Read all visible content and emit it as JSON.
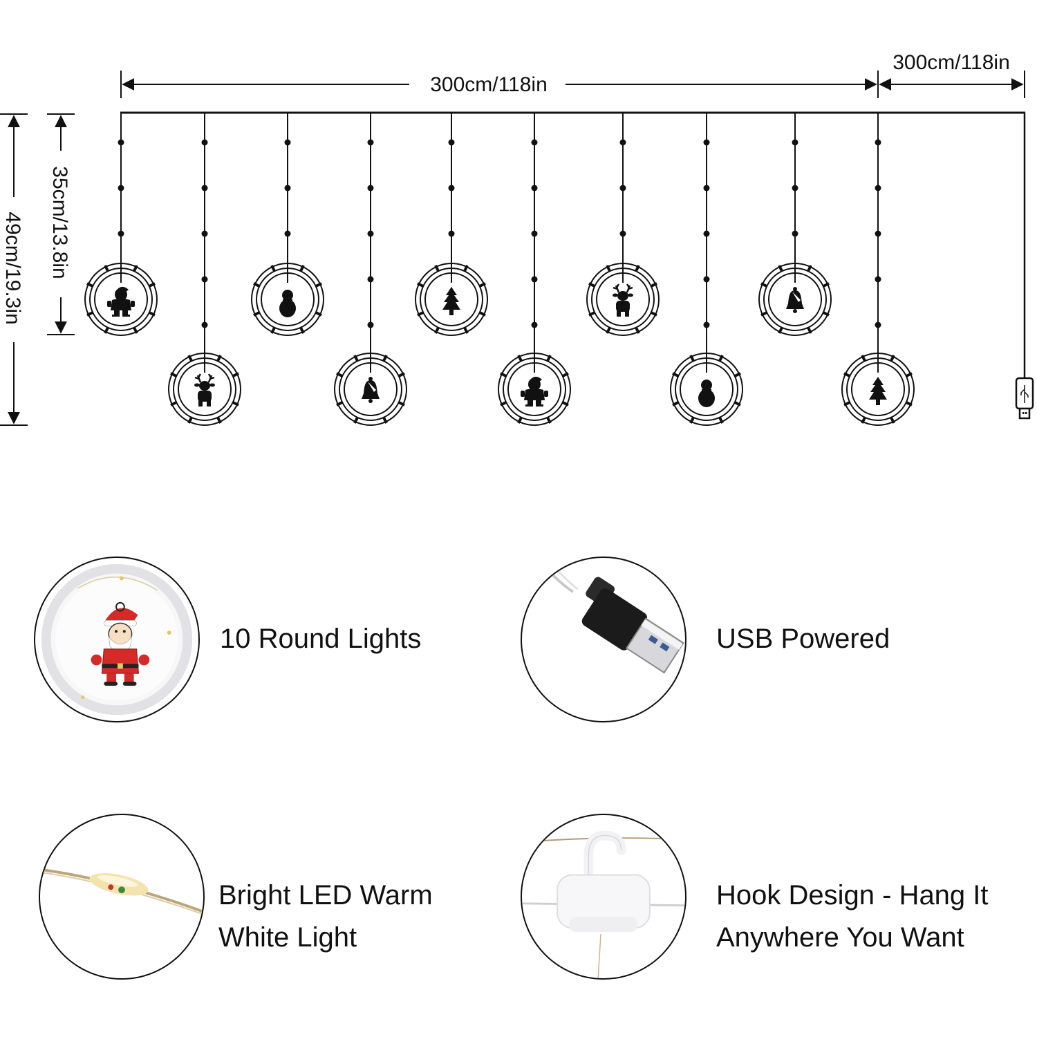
{
  "dimensions": {
    "width_main": "300cm/118in",
    "width_lead": "300cm/118in",
    "drop_short": "35cm/13.8in",
    "drop_total": "49cm/19.3in"
  },
  "ornaments": {
    "top_row": [
      "santa-icon",
      "snowman-icon",
      "christmas-tree-icon",
      "reindeer-icon",
      "bell-icon"
    ],
    "bottom_row": [
      "reindeer-icon",
      "bell-icon",
      "santa-icon",
      "snowman-icon",
      "christmas-tree-icon"
    ]
  },
  "features": [
    {
      "icon": "santa-ornament-photo",
      "lines": [
        "10 Round Lights"
      ]
    },
    {
      "icon": "usb-plug-photo",
      "lines": [
        "USB Powered"
      ]
    },
    {
      "icon": "led-wire-photo",
      "lines": [
        "Bright LED Warm",
        "White Light"
      ]
    },
    {
      "icon": "hook-photo",
      "lines": [
        "Hook Design - Hang It",
        "Anywhere You Want"
      ]
    }
  ],
  "colors": {
    "line": "#111111",
    "santa_red": "#d42a2a",
    "led_warm": "#e8c36a"
  }
}
